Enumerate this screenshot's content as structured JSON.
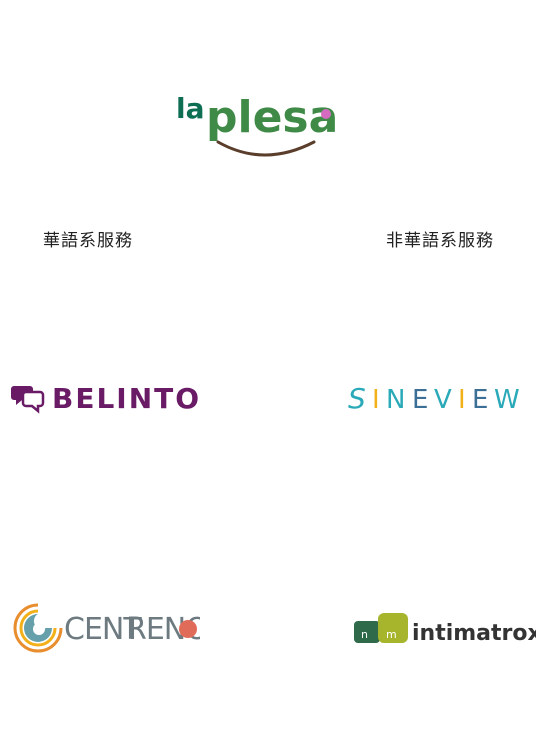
{
  "top_logo": {
    "wordmark_left": "la",
    "wordmark_right": "plesa",
    "colors": {
      "green": "#0d6e54",
      "olive": "#7a9a37",
      "yellow": "#f1c232",
      "pink": "#d46bc1",
      "smile": "#5a3e2b"
    }
  },
  "categories": {
    "chinese_label": "華語系服務",
    "non_chinese_label": "非華語系服務"
  },
  "logos": {
    "belinton": {
      "text": "BELINTON",
      "color": "#6a1b66"
    },
    "sineview": {
      "letters": [
        "S",
        "I",
        "N",
        "E",
        "V",
        "I",
        "E",
        "W"
      ],
      "colors": [
        "#2aa9b8",
        "#3b6f95",
        "#f2b11a"
      ]
    },
    "centreno": {
      "text_a": "CENT",
      "text_b": "RENO",
      "colors": {
        "orange": "#e88e2f",
        "teal": "#4a8f9c",
        "grey": "#6d7a80",
        "salmon": "#e06b58"
      }
    },
    "intimatrox": {
      "badge_left": "n",
      "badge_right": "m",
      "text": "intimatrox",
      "colors": {
        "green": "#2f6b4a",
        "lime": "#a7b52c",
        "dark": "#333333"
      }
    }
  }
}
